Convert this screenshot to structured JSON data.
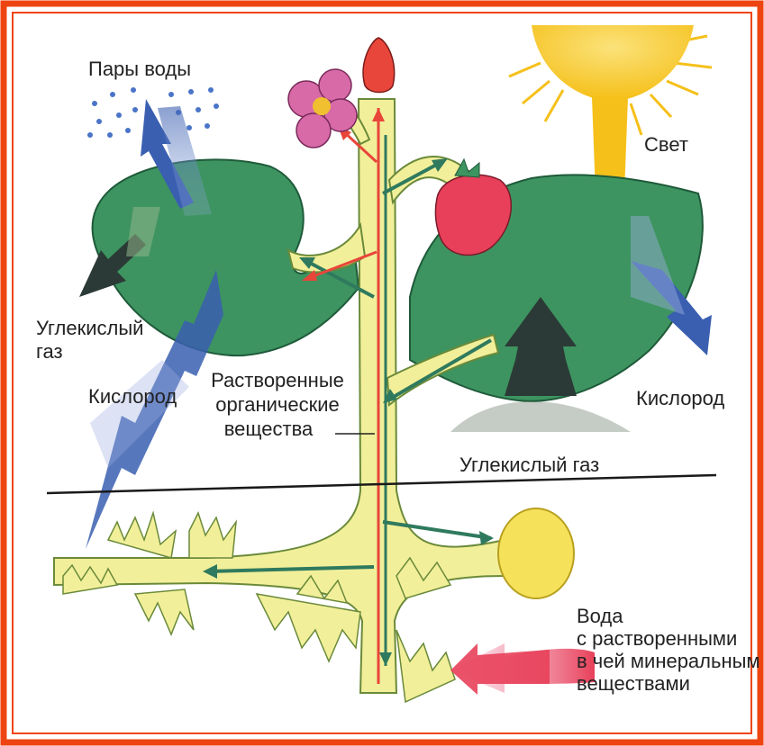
{
  "labels": {
    "water_vapor": "Пары воды",
    "light": "Свет",
    "co2_left_line1": "Углекислый",
    "co2_left_line2": "газ",
    "oxygen_left": "Кислород",
    "dissolved_organic_line1": "Растворенные",
    "dissolved_organic_line2": "органические",
    "dissolved_organic_line3": "вещества",
    "oxygen_right": "Кислород",
    "co2_bottom": "Углекислый газ",
    "water_line1": "Вода",
    "water_line2": "с растворенными",
    "water_line3": "в чей минеральным",
    "water_line4": "веществами"
  },
  "colors": {
    "frame": "#ee4411",
    "leaf": "#3d9460",
    "stem": "#f2ef9a",
    "sun": "#f5c01a",
    "water_arrow": "#3a5fb0",
    "gas_arrow": "#2b3a36",
    "red_flow": "#e8463a",
    "green_flow": "#2f7a5e",
    "berry": "#e8405a",
    "flower": "#d86aa8",
    "soil_line": "#1a1a1a"
  }
}
